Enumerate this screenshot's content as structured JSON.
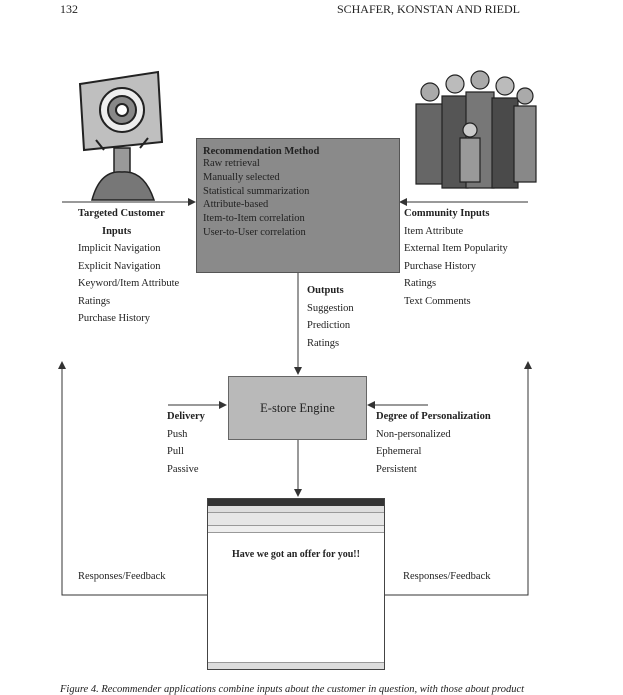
{
  "header": {
    "page_number": "132",
    "running_title": "SCHAFER, KONSTAN AND RIEDL"
  },
  "method": {
    "title": "Recommendation Method",
    "items": [
      "Raw retrieval",
      "Manually selected",
      "Statistical summarization",
      "Attribute-based",
      "Item-to-Item correlation",
      "User-to-User correlation"
    ]
  },
  "targeted": {
    "title_line1": "Targeted Customer",
    "title_line2": "Inputs",
    "items": [
      "Implicit Navigation",
      "Explicit Navigation",
      "Keyword/Item Attribute",
      "Ratings",
      "Purchase History"
    ]
  },
  "community": {
    "title": "Community Inputs",
    "items": [
      "Item Attribute",
      "External Item Popularity",
      "Purchase History",
      "Ratings",
      "Text Comments"
    ]
  },
  "outputs": {
    "title": "Outputs",
    "items": [
      "Suggestion",
      "Prediction",
      "Ratings"
    ]
  },
  "engine": {
    "label": "E-store Engine"
  },
  "delivery": {
    "title": "Delivery",
    "items": [
      "Push",
      "Pull",
      "Passive"
    ]
  },
  "personalization": {
    "title": "Degree of Personalization",
    "items": [
      "Non-personalized",
      "Ephemeral",
      "Persistent"
    ]
  },
  "feedback": {
    "left": "Responses/Feedback",
    "right": "Responses/Feedback"
  },
  "browser": {
    "offer_text": "Have we got an offer for you!!"
  },
  "caption": {
    "text": "Figure 4.   Recommender applications combine inputs about the customer in question, with those about product"
  }
}
